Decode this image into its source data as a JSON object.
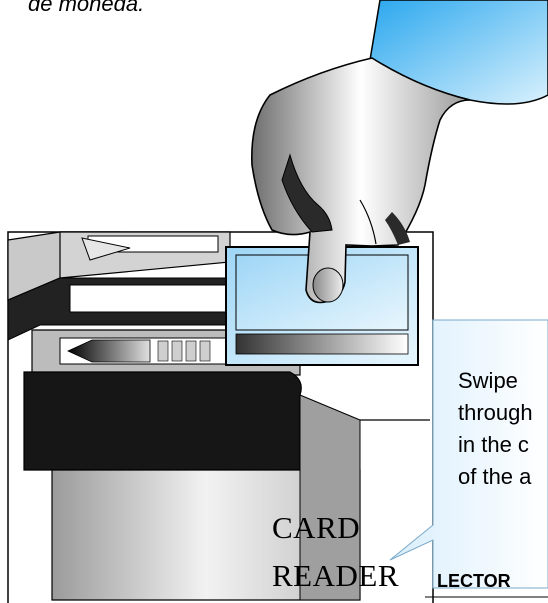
{
  "top_caption": "de moneda.",
  "machine": {
    "label_line1": "CARD",
    "label_line2": "READER"
  },
  "footer_label": "LECTOR",
  "callout": {
    "lines": [
      "Swipe",
      "through",
      "in the c",
      "of the a"
    ]
  },
  "colors": {
    "card_blue": "#bfe6fb",
    "glove_blue": "#5cc0f3",
    "panel_dark": "#1a1a1a",
    "panel_gray": "#b8b8b8"
  }
}
